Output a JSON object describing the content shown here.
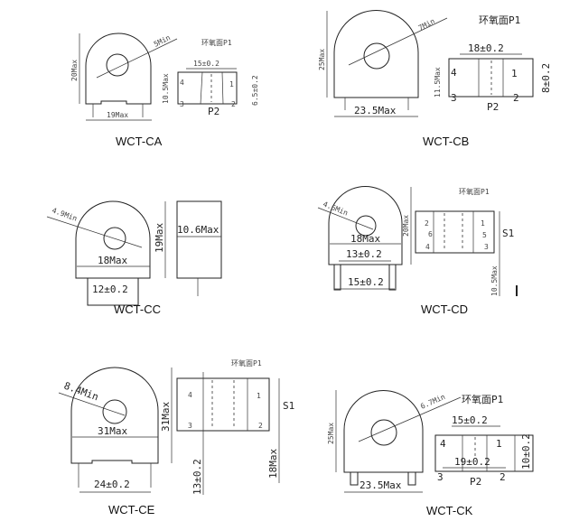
{
  "parts": {
    "ca": {
      "title": "WCT-CA",
      "hole": "5Min",
      "height": "20Max",
      "width": "19Max",
      "epoxy": "环氧面P1",
      "pitch": "15±0.2",
      "side": "10.5Max",
      "pin_pitch": "6.5±0.2",
      "p2": "P2",
      "pins": [
        "4",
        "3",
        "1",
        "2"
      ]
    },
    "cb": {
      "title": "WCT-CB",
      "hole": "7Min",
      "height": "25Max",
      "width": "23.5Max",
      "epoxy": "环氧面P1",
      "pitch": "18±0.2",
      "side": "11.5Max",
      "pin_pitch": "8±0.2",
      "p2": "P2",
      "pins": [
        "4",
        "3",
        "1",
        "2"
      ]
    },
    "cc": {
      "title": "WCT-CC",
      "hole": "4.9Min",
      "height": "19Max",
      "width": "18Max",
      "pitch": "12±0.2",
      "depth": "10.6Max"
    },
    "cd": {
      "title": "WCT-CD",
      "hole": "4.6Min",
      "height": "20Max",
      "width": "18Max",
      "pitch_inner": "13±0.2",
      "pitch_outer": "15±0.2",
      "epoxy": "环氧面P1",
      "s1": "S1",
      "depth": "10.5Max",
      "pins": [
        "2",
        "6",
        "4",
        "1",
        "5",
        "3"
      ]
    },
    "ce": {
      "title": "WCT-CE",
      "hole": "8.4Min",
      "height": "31Max",
      "width": "31Max",
      "pitch": "24±0.2",
      "epoxy": "环氧面P1",
      "s1": "S1",
      "pin_pitch": "13±0.2",
      "depth": "18Max",
      "pins": [
        "4",
        "3",
        "1",
        "2"
      ]
    },
    "ck": {
      "title": "WCT-CK",
      "hole": "6.7Min",
      "height": "25Max",
      "width": "23.5Max",
      "epoxy": "环氧面P1",
      "pitch_top": "15±0.2",
      "pitch_bottom": "19±0.2",
      "pin_pitch": "10±0.2",
      "p2": "P2",
      "pins": [
        "4",
        "1",
        "3",
        "2"
      ]
    }
  }
}
